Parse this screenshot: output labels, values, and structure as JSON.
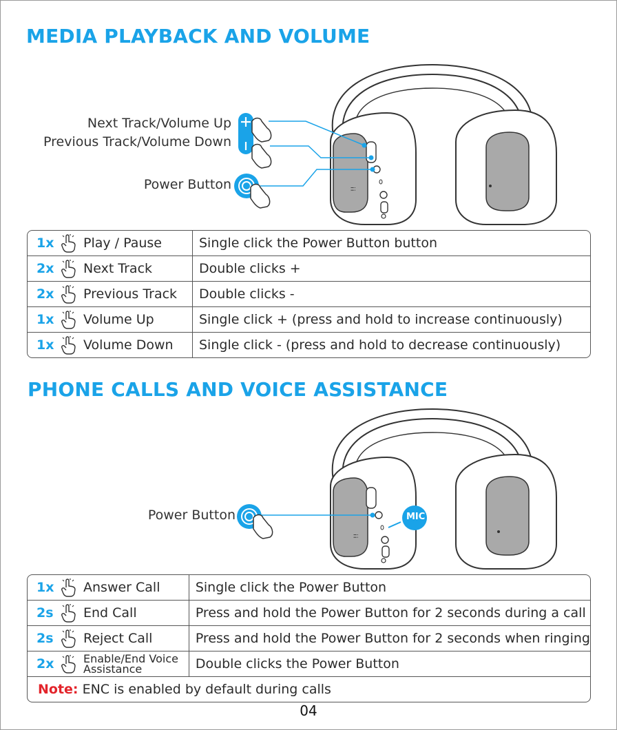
{
  "section1": {
    "title": "MEDIA PLAYBACK AND VOLUME",
    "labels": {
      "next_up": "Next Track/Volume Up",
      "prev_down": "Previous Track/Volume Down",
      "power": "Power Button"
    },
    "button_symbols": {
      "plus": "+",
      "minus": "-"
    },
    "rows": [
      {
        "count": "1x",
        "action": "Play / Pause",
        "desc": "Single click the Power Button button"
      },
      {
        "count": "2x",
        "action": "Next Track",
        "desc": "Double clicks +"
      },
      {
        "count": "2x",
        "action": "Previous Track",
        "desc": "Double clicks -"
      },
      {
        "count": "1x",
        "action": "Volume Up",
        "desc": "Single click + (press and hold to increase continuously)"
      },
      {
        "count": "1x",
        "action": "Volume Down",
        "desc": "Single click - (press and hold to decrease continuously)"
      }
    ]
  },
  "section2": {
    "title": "PHONE CALLS AND VOICE ASSISTANCE",
    "labels": {
      "power": "Power Button",
      "mic": "MIC"
    },
    "rows": [
      {
        "count": "1x",
        "action": "Answer Call",
        "desc": "Single click the Power Button"
      },
      {
        "count": "2s",
        "action": "End Call",
        "desc": "Press and hold the Power Button for 2 seconds during a call"
      },
      {
        "count": "2s",
        "action": "Reject Call",
        "desc": "Press and hold the Power Button for 2 seconds when ringing"
      },
      {
        "count": "2x",
        "action_line1": "Enable/End Voice",
        "action_line2": "Assistance",
        "desc": "Double clicks the Power Button"
      }
    ],
    "note": {
      "key": "Note:",
      "text": "ENC is enabled by default during calls"
    }
  },
  "page_number": "04",
  "colors": {
    "accent": "#1aa3e8",
    "note": "#e3242b",
    "earcup": "#a9a9a9",
    "line": "#333333"
  }
}
